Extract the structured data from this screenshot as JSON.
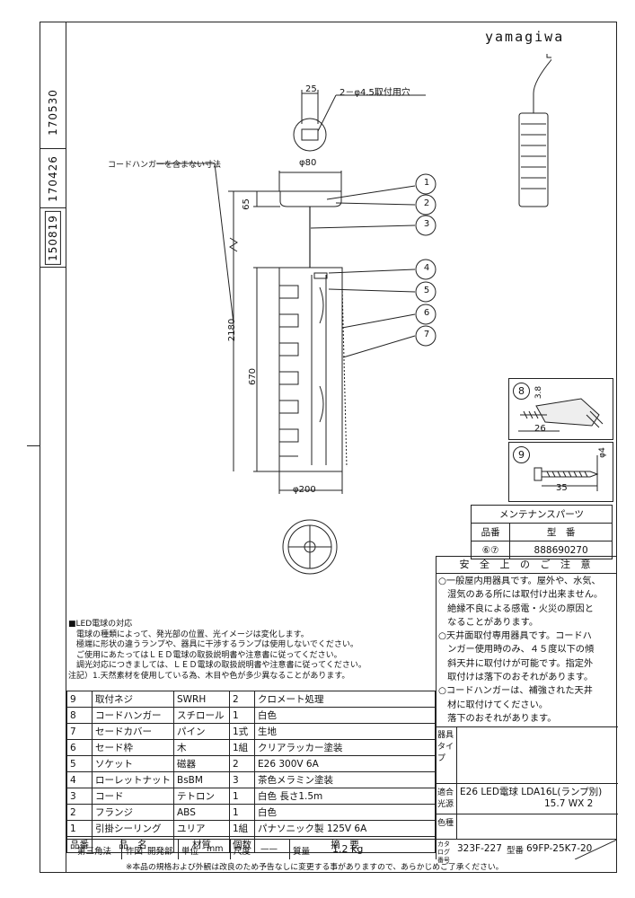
{
  "doc_numbers": [
    "170530",
    "170426",
    "150819"
  ],
  "brand": "yamagiwa",
  "dims": {
    "hole_spacing": "25",
    "hole_spec": "2－φ4.5取付用穴",
    "note_cord_hanger": "コードハンガーを含まない寸法",
    "canopy_dia": "φ80",
    "canopy_h": "65",
    "total_h": "2180",
    "shade_h": "670",
    "shade_dia": "φ200",
    "screw_8_dim_a": "3.8",
    "screw_8_dim_b": "26",
    "screw_9_dia": "φ4",
    "screw_9_len": "35"
  },
  "callouts": [
    "1",
    "2",
    "3",
    "4",
    "5",
    "6",
    "7"
  ],
  "detail_labels": [
    "8",
    "9"
  ],
  "maintenance": {
    "title": "メンテナンスパーツ",
    "col1": "品番",
    "col2": "型　番",
    "parts_no": "⑥⑦",
    "model": "888690270"
  },
  "safety": {
    "title": "安 全 上 の ご 注 意",
    "lines": [
      "○一般屋内用器具です。屋外や、水気、",
      "　湿気のある所には取付け出来ません。",
      "　絶縁不良による感電・火災の原因と",
      "　なることがあります。",
      "○天井面取付専用器具です。コードハ",
      "　ンガー使用時のみ、４５度以下の傾",
      "　斜天井に取付けが可能です。指定外",
      "　取付けは落下のおそれがあります。",
      "○コードハンガーは、補強された天井",
      "　材に取付けてください。",
      "　落下のおそれがあります。"
    ]
  },
  "led_notes": [
    "■LED電球の対応",
    "　電球の種類によって、発光部の位置、光イメージは変化します。",
    "　極端に形状の違うランプや、器具に干渉するランプは使用しないでください。",
    "　ご使用にあたってはＬＥＤ電球の取扱説明書や注意書に従ってください。",
    "　調光対応につきましては、ＬＥＤ電球の取扱説明書や注意書に従ってください。",
    "注記）1.天然素材を使用している為、木目や色が多少異なることがあります。"
  ],
  "parts": [
    {
      "no": "9",
      "name": "取付ネジ",
      "mat": "SWRH",
      "qty": "2",
      "desc": "クロメート処理"
    },
    {
      "no": "8",
      "name": "コードハンガー",
      "mat": "スチロール",
      "qty": "1",
      "desc": "白色"
    },
    {
      "no": "7",
      "name": "セードカバー",
      "mat": "パイン",
      "qty": "1式",
      "desc": "生地"
    },
    {
      "no": "6",
      "name": "セード枠",
      "mat": "木",
      "qty": "1組",
      "desc": "クリアラッカー塗装"
    },
    {
      "no": "5",
      "name": "ソケット",
      "mat": "磁器",
      "qty": "2",
      "desc": "E26 300V 6A"
    },
    {
      "no": "4",
      "name": "ローレットナット",
      "mat": "BsBM",
      "qty": "3",
      "desc": "茶色メラミン塗装"
    },
    {
      "no": "3",
      "name": "コード",
      "mat": "テトロン",
      "qty": "1",
      "desc": "白色 長さ1.5m"
    },
    {
      "no": "2",
      "name": "フランジ",
      "mat": "ABS",
      "qty": "1",
      "desc": "白色"
    },
    {
      "no": "1",
      "name": "引掛シーリング",
      "mat": "ユリア",
      "qty": "1組",
      "desc": "パナソニック製 125V 6A"
    }
  ],
  "parts_header": {
    "no": "品番",
    "name": "品　名",
    "mat": "材質",
    "qty": "個数",
    "desc": "摘　要"
  },
  "title_block": {
    "projection": "第三角法",
    "drawn": "作図",
    "dev": "開発部",
    "unit_label": "単位",
    "unit": "mm",
    "scale_label": "尺度",
    "scale": "——",
    "mass_label": "質量",
    "mass": "1.2 kg",
    "catalog_label": "カタログ番号",
    "catalog_no": "323F-227",
    "model_label": "型番",
    "model_no": "69FP-25K7-20"
  },
  "right_labels": {
    "kigu_type": "器具タイプ",
    "light_src_label": "適合光源",
    "light_src_1": "E26 LED電球 LDA16L(ランプ別)",
    "light_src_2": "15.7 WX 2",
    "color_label": "色種"
  },
  "footer": "※本品の規格および外観は改良のため予告なしに変更する事がありますので、あらかじめご了承ください。"
}
